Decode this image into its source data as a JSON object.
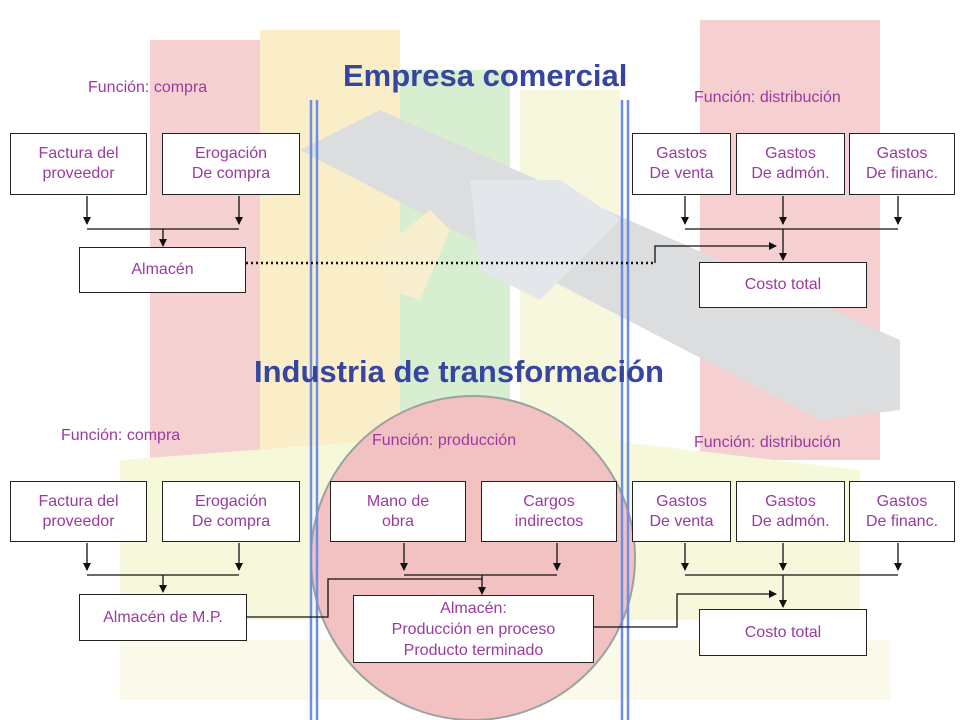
{
  "titles": {
    "comercial": "Empresa comercial",
    "industria": "Industria de transformación"
  },
  "top": {
    "funcion_compra": "Función: compra",
    "funcion_distribucion": "Función: distribución",
    "factura": "Factura del\nproveedor",
    "erogacion": "Erogación\nDe compra",
    "almacen": "Almacén",
    "gastos_venta": "Gastos\nDe venta",
    "gastos_admon": "Gastos\nDe admón.",
    "gastos_financ": "Gastos\nDe financ.",
    "costo_total": "Costo total"
  },
  "bottom": {
    "funcion_compra": "Función: compra",
    "funcion_produccion": "Función: producción",
    "funcion_distribucion": "Función: distribución",
    "factura": "Factura del\nproveedor",
    "erogacion": "Erogación\nDe compra",
    "almacen_mp": "Almacén de M.P.",
    "mano_obra": "Mano de\nobra",
    "cargos_indirectos": "Cargos\nindirectos",
    "almacen_proceso": "Almacén:\nProducción en proceso\nProducto terminado",
    "gastos_venta": "Gastos\nDe venta",
    "gastos_admon": "Gastos\nDe admón.",
    "gastos_financ": "Gastos\nDe financ.",
    "costo_total": "Costo total"
  },
  "colors": {
    "title": "#3545a0",
    "text": "#9a3aa0",
    "divider": "#6e8ee6",
    "circle_fill": "#f2c2c2",
    "circle_stroke": "#9aa2a2"
  }
}
